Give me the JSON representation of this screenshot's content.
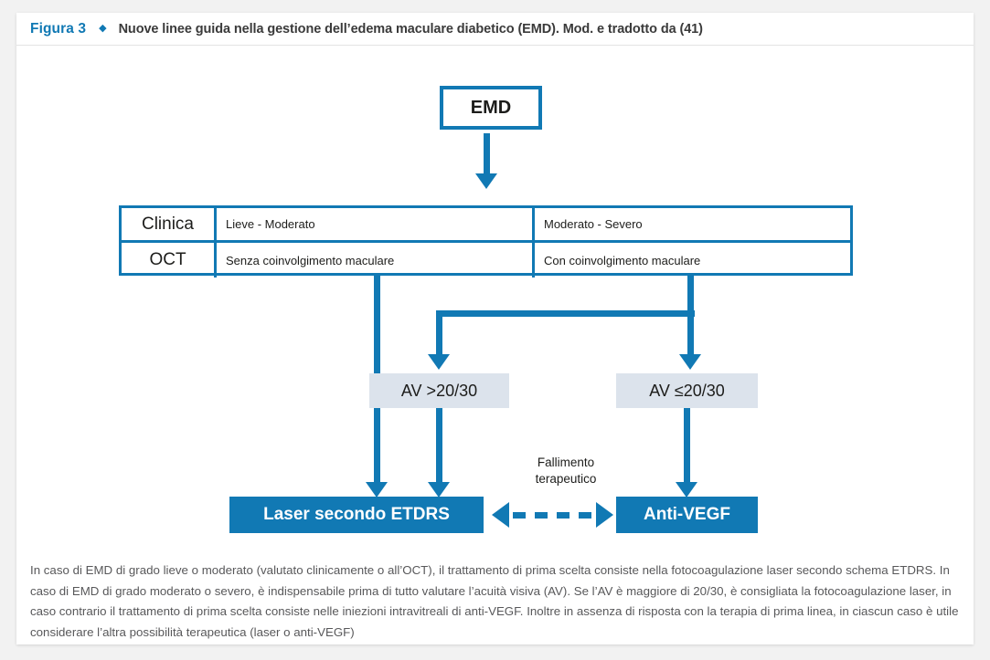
{
  "header": {
    "figure_label": "Figura 3",
    "diamond_icon": "diamond-bullet",
    "title": "Nuove linee guida nella gestione dell’edema maculare diabetico (EMD). Mod. e tradotto da (41)"
  },
  "colors": {
    "accent_blue": "#1179b4",
    "av_box_fill": "#dce3ec",
    "text_dark": "#1d1d1b",
    "caption_gray": "#58585a",
    "page_background": "#f2f2f2",
    "card_background": "#ffffff"
  },
  "diagram": {
    "root": {
      "label": "EMD"
    },
    "table": {
      "rows": [
        {
          "header": "Clinica",
          "left": "Lieve - Moderato",
          "right": "Moderato - Severo"
        },
        {
          "header": "OCT",
          "left": "Senza coinvolgimento maculare",
          "right": "Con coinvolgimento maculare"
        }
      ]
    },
    "decision_boxes": [
      {
        "label": "AV >20/30"
      },
      {
        "label": "AV ≤20/30"
      }
    ],
    "outcomes": [
      {
        "label": "Laser secondo ETDRS"
      },
      {
        "label": "Anti-VEGF"
      }
    ],
    "bidirectional_link": {
      "label_line1": "Fallimento",
      "label_line2": "terapeutico",
      "style": "dashed-double-arrow"
    }
  },
  "caption": {
    "text": "In caso di EMD di grado lieve o moderato (valutato clinicamente o all’OCT), il trattamento di prima scelta consiste nella fotocoagulazione laser secondo schema ETDRS. In caso di EMD di grado moderato o severo, è indispensabile prima di tutto valutare l’acuità visiva (AV). Se l’AV è maggiore di 20/30, è consigliata la fotocoagulazione laser, in caso contrario il trattamento di prima scelta consiste nelle iniezioni intravitreali di anti-VEGF. Inoltre in assenza di risposta con la terapia di prima linea, in ciascun caso è utile considerare l’altra possibilità terapeutica (laser o anti-VEGF)"
  }
}
